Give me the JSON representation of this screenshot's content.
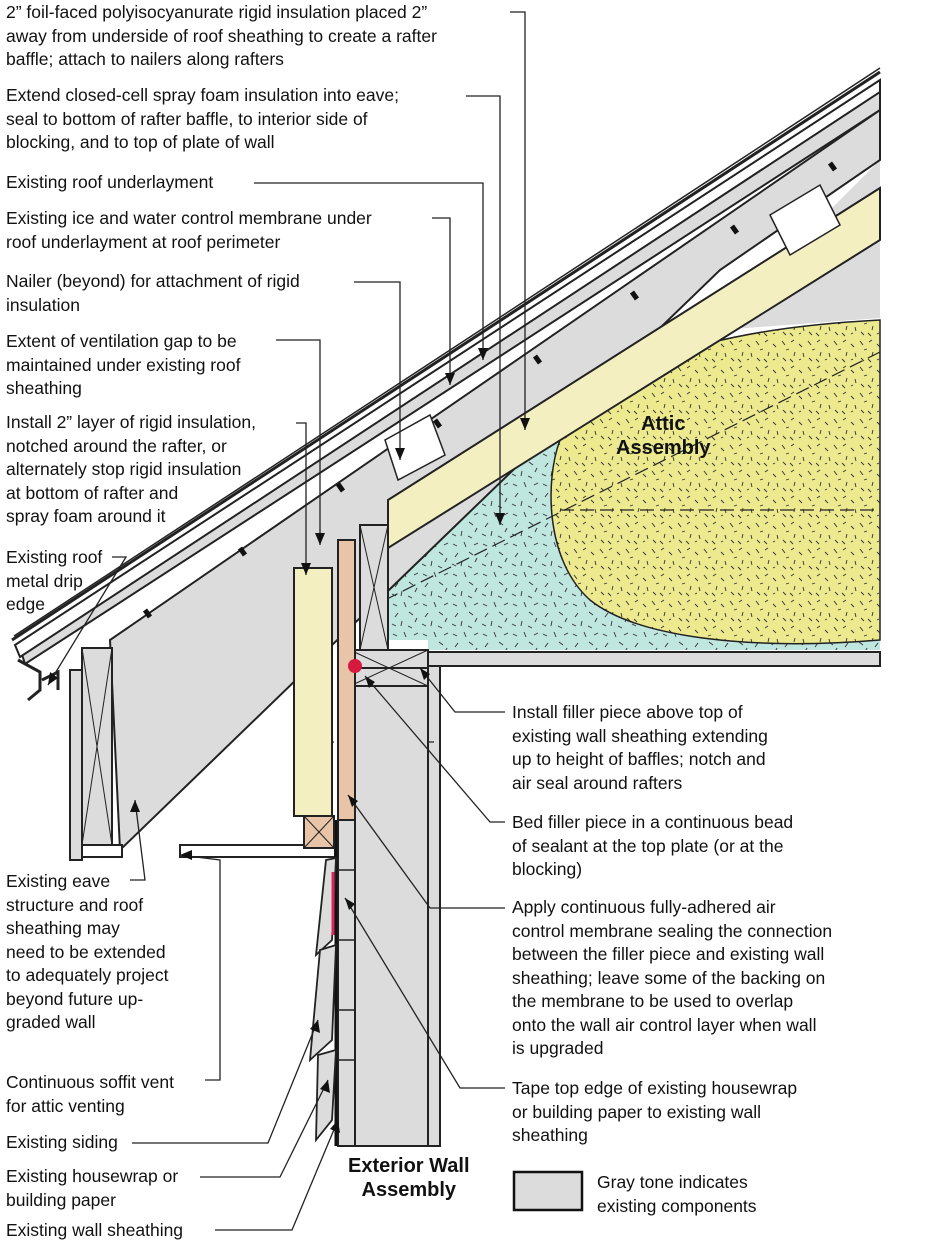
{
  "labels": {
    "foil_insulation": "2” foil-faced polyisocyanurate rigid insulation placed 2”\naway from underside of roof sheathing to create a rafter\nbaffle; attach to nailers along rafters",
    "spray_foam_eave": "Extend closed-cell spray foam insulation into eave;\nseal to bottom of rafter baffle, to interior side of\nblocking, and to top of plate of wall",
    "roof_underlayment": "Existing roof underlayment",
    "ice_water_membrane": "Existing ice and water control membrane under\nroof underlayment at roof perimeter",
    "nailer": "Nailer (beyond) for attachment of rigid\ninsulation",
    "ventilation_gap": "Extent of ventilation gap to be\nmaintained under existing roof\nsheathing",
    "rigid_insulation_layer": "Install 2” layer of rigid insulation,\nnotched around the rafter, or\nalternately stop rigid insulation\nat bottom of rafter and\nspray foam around it",
    "drip_edge": "Existing roof\nmetal drip\nedge",
    "eave_structure": "Existing eave\nstructure and roof\nsheathing may\nneed to be extended\nto adequately project\nbeyond future up-\ngraded wall",
    "soffit_vent": "Continuous soffit vent\nfor attic venting",
    "siding": "Existing siding",
    "housewrap": "Existing housewrap or\nbuilding paper",
    "wall_sheathing": "Existing wall sheathing",
    "filler_piece": "Install filler piece above top of\nexisting wall sheathing extending\nup to height of baffles; notch and\nair seal around rafters",
    "bed_filler": "Bed filler piece in a continuous bead\nof sealant at the top plate (or at the\nblocking)",
    "air_membrane": "Apply continuous fully-adhered air\ncontrol membrane sealing the connection\nbetween the filler piece and existing wall\nsheathing; leave some of the backing on\nthe membrane to be used to overlap\nonto the wall air control layer when wall\nis upgraded",
    "tape_edge": "Tape top edge of existing housewrap\nor building paper to existing wall\nsheathing"
  },
  "regions": {
    "attic": "Attic\nAssembly",
    "exterior_wall": "Exterior Wall\nAssembly"
  },
  "legend": {
    "text": "Gray tone indicates\nexisting components"
  },
  "colors": {
    "existing_gray": "#dcdcdc",
    "rigid_insulation": "#f4efc1",
    "cellulose": "#ece98f",
    "spray_foam": "#bfe6df",
    "filler_piece": "#e8c4a8",
    "membrane_red": "#d6285a",
    "sealant_dot": "#d8193f"
  }
}
